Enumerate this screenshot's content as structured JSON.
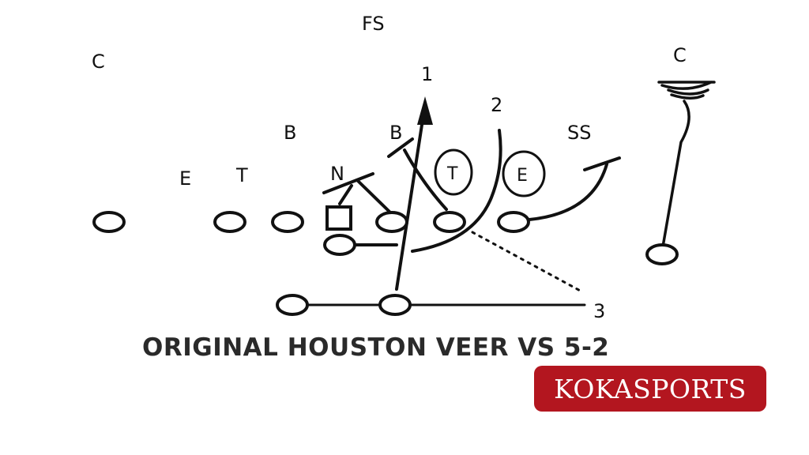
{
  "diagram": {
    "title": "ORIGINAL HOUSTON VEER VS 5-2",
    "defense_labels": {
      "free_safety": "FS",
      "corner_left": "C",
      "corner_right": "C",
      "linebacker_left": "B",
      "linebacker_right": "B",
      "end_left": "E",
      "tackle_left": "T",
      "nose": "N",
      "strong_safety": "SS",
      "tackle_right_circled": "T",
      "end_right_circled": "E"
    },
    "route_numbers": [
      "1",
      "2",
      "3"
    ]
  },
  "brand": {
    "name": "KOKASPORTS",
    "background_color": "#b3161f",
    "text_color": "#ffffff"
  }
}
